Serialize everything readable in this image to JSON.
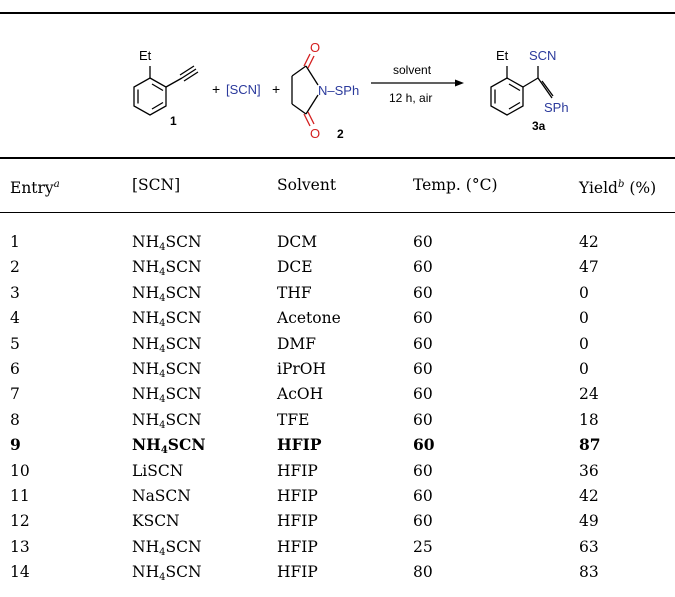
{
  "scheme": {
    "reactant1_substituent": "Et",
    "reactant1_label": "1",
    "plus1": "+",
    "reagent": "[SCN]",
    "plus2": "+",
    "reactant2_group": "N–SPh",
    "reactant2_o_top": "O",
    "reactant2_o_bottom": "O",
    "reactant2_label": "2",
    "arrow_above": "solvent",
    "arrow_below": "12 h,  air",
    "product_substituent": "Et",
    "product_scn": "SCN",
    "product_sph": "SPh",
    "product_label": "3a",
    "colors": {
      "reagent": "#2b3a9c",
      "carbonyl_o": "#d42020",
      "nitrogen": "#2b3a9c",
      "scn": "#2b3a9c",
      "sph": "#2b3a9c"
    }
  },
  "table": {
    "headers": {
      "entry": "Entry",
      "entry_note": "a",
      "scn": "[SCN]",
      "solvent": "Solvent",
      "temp": "Temp. (°C)",
      "yield": "Yield",
      "yield_note": "b",
      "yield_unit": " (%)"
    },
    "rows": [
      {
        "entry": "1",
        "scn_base": "NH",
        "scn_sub": "4",
        "scn_rest": "SCN",
        "solvent": "DCM",
        "temp": "60",
        "yield": "42"
      },
      {
        "entry": "2",
        "scn_base": "NH",
        "scn_sub": "4",
        "scn_rest": "SCN",
        "solvent": "DCE",
        "temp": "60",
        "yield": "47"
      },
      {
        "entry": "3",
        "scn_base": "NH",
        "scn_sub": "4",
        "scn_rest": "SCN",
        "solvent": "THF",
        "temp": "60",
        "yield": "0"
      },
      {
        "entry": "4",
        "scn_base": "NH",
        "scn_sub": "4",
        "scn_rest": "SCN",
        "solvent": "Acetone",
        "temp": "60",
        "yield": "0"
      },
      {
        "entry": "5",
        "scn_base": "NH",
        "scn_sub": "4",
        "scn_rest": "SCN",
        "solvent": "DMF",
        "temp": "60",
        "yield": "0"
      },
      {
        "entry": "6",
        "scn_base": "NH",
        "scn_sub": "4",
        "scn_rest": "SCN",
        "solvent": "iPrOH",
        "temp": "60",
        "yield": "0"
      },
      {
        "entry": "7",
        "scn_base": "NH",
        "scn_sub": "4",
        "scn_rest": "SCN",
        "solvent": "AcOH",
        "temp": "60",
        "yield": "24"
      },
      {
        "entry": "8",
        "scn_base": "NH",
        "scn_sub": "4",
        "scn_rest": "SCN",
        "solvent": "TFE",
        "temp": "60",
        "yield": "18"
      },
      {
        "entry": "9",
        "scn_base": "NH",
        "scn_sub": "4",
        "scn_rest": "SCN",
        "solvent": "HFIP",
        "temp": "60",
        "yield": "87",
        "bold": true
      },
      {
        "entry": "10",
        "scn_base": "LiSCN",
        "scn_sub": "",
        "scn_rest": "",
        "solvent": "HFIP",
        "temp": "60",
        "yield": "36"
      },
      {
        "entry": "11",
        "scn_base": "NaSCN",
        "scn_sub": "",
        "scn_rest": "",
        "solvent": "HFIP",
        "temp": "60",
        "yield": "42"
      },
      {
        "entry": "12",
        "scn_base": "KSCN",
        "scn_sub": "",
        "scn_rest": "",
        "solvent": "HFIP",
        "temp": "60",
        "yield": "49"
      },
      {
        "entry": "13",
        "scn_base": "NH",
        "scn_sub": "4",
        "scn_rest": "SCN",
        "solvent": "HFIP",
        "temp": "25",
        "yield": "63"
      },
      {
        "entry": "14",
        "scn_base": "NH",
        "scn_sub": "4",
        "scn_rest": "SCN",
        "solvent": "HFIP",
        "temp": "80",
        "yield": "83"
      }
    ]
  }
}
